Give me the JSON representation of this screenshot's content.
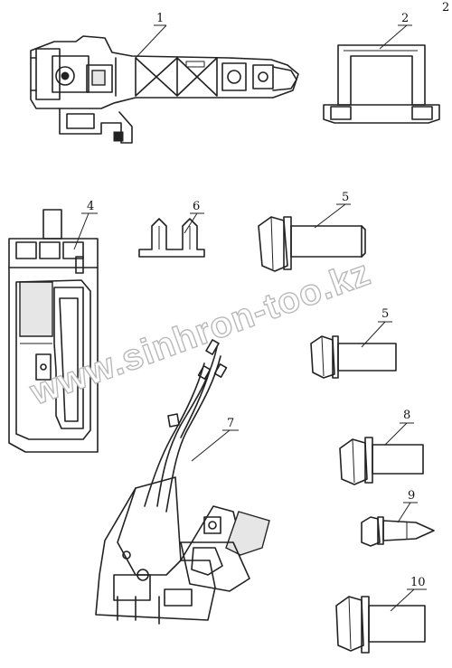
{
  "corner_mark": "2",
  "watermark": "www.sinhron-too.kz",
  "callouts": [
    {
      "id": "1",
      "label": "1"
    },
    {
      "id": "2",
      "label": "2"
    },
    {
      "id": "4",
      "label": "4"
    },
    {
      "id": "6",
      "label": "6"
    },
    {
      "id": "5",
      "label": "5"
    },
    {
      "id": "5b",
      "label": "5"
    },
    {
      "id": "7",
      "label": "7"
    },
    {
      "id": "8",
      "label": "8"
    },
    {
      "id": "9",
      "label": "9"
    },
    {
      "id": "10",
      "label": "10"
    }
  ]
}
